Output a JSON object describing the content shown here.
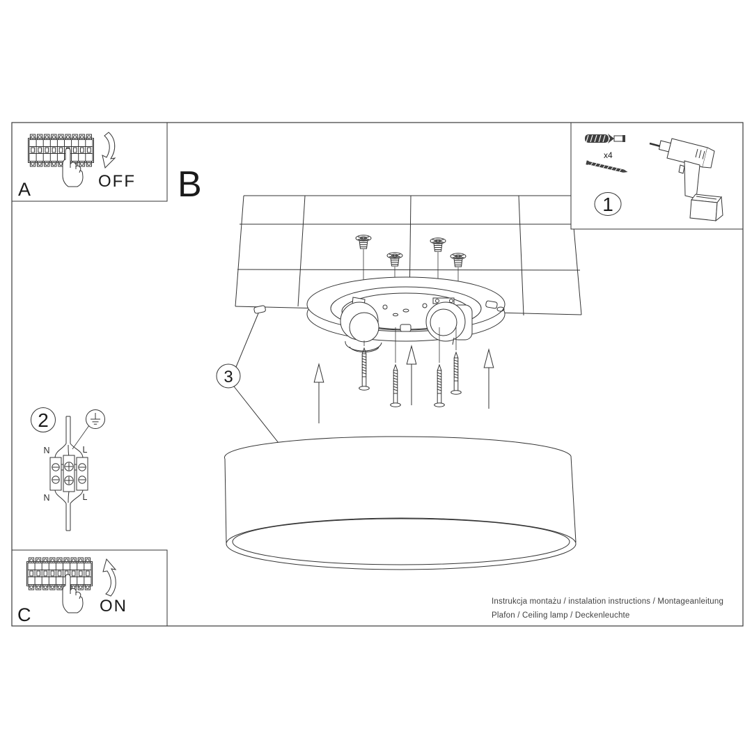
{
  "colors": {
    "line": "#333333",
    "dark_fill": "#3f3f3f",
    "text": "#1a1a1a",
    "footer_text": "#404040",
    "background": "#ffffff"
  },
  "steps": {
    "a": {
      "label": "A",
      "action": "OFF"
    },
    "b": {
      "label": "B"
    },
    "c": {
      "label": "C",
      "action": "ON"
    },
    "s1": {
      "number": "1",
      "anchor_quantity": "x4"
    },
    "s2": {
      "number": "2",
      "wire_labels": {
        "top_left": "N",
        "top_right": "L",
        "bottom_left": "N",
        "bottom_right": "L"
      }
    },
    "s3": {
      "number": "3"
    }
  },
  "footer": {
    "line1": "Instrukcja montażu / instalation instructions / Montageanleitung",
    "line2": "Plafon / Ceiling lamp / Deckenleuchte"
  }
}
